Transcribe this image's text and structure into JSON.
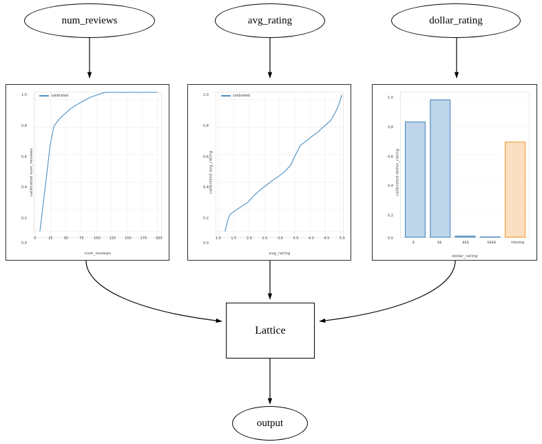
{
  "graph": {
    "input_nodes": [
      {
        "id": "num_reviews",
        "label": "num_reviews"
      },
      {
        "id": "avg_rating",
        "label": "avg_rating"
      },
      {
        "id": "dollar_rating",
        "label": "dollar_rating"
      }
    ],
    "lattice_label": "Lattice",
    "output_label": "output"
  },
  "colors": {
    "line": "#4a90c4",
    "bar_blue_fill": "#bed5ea",
    "bar_blue_edge": "#3b7fb8",
    "bar_orange_fill": "#fbdfc1",
    "bar_orange_edge": "#f5901e",
    "grid": "#f0f0f0",
    "axis_text": "#3c3c3c",
    "node_stroke": "#000000"
  },
  "chart_data": [
    {
      "id": "num_reviews_calibrator",
      "type": "line",
      "title": "",
      "xlabel": "num_reviews",
      "ylabel": "calibrated num_reviews",
      "legend": [
        "calibrated"
      ],
      "legend_position": "top-left",
      "grid": true,
      "xlim": [
        0,
        210
      ],
      "ylim": [
        -0.04,
        1.04
      ],
      "xticks": [
        0,
        25,
        50,
        75,
        100,
        125,
        150,
        175,
        200
      ],
      "xticklabels": [
        "0",
        "25",
        "50",
        "75",
        "100",
        "125",
        "150",
        "175",
        "200"
      ],
      "yticks": [
        0.0,
        0.2,
        0.4,
        0.6,
        0.8,
        1.0
      ],
      "yticklabels": [
        "0.0",
        "0.2",
        "0.4",
        "0.6",
        "0.8",
        "1.0"
      ],
      "series": [
        {
          "name": "calibrated",
          "x": [
            7,
            12,
            18,
            24,
            30,
            38,
            46,
            56,
            66,
            78,
            90,
            100,
            112,
            118,
            130,
            150,
            170,
            190,
            200
          ],
          "y": [
            0.0,
            0.18,
            0.4,
            0.62,
            0.755,
            0.8,
            0.835,
            0.875,
            0.905,
            0.935,
            0.962,
            0.978,
            0.995,
            1.0,
            1.0,
            1.0,
            1.0,
            1.0,
            1.0
          ]
        }
      ]
    },
    {
      "id": "avg_rating_calibrator",
      "type": "line",
      "title": "",
      "xlabel": "avg_rating",
      "ylabel": "calibrated avg_rating",
      "legend": [
        "calibrated"
      ],
      "legend_position": "top-left",
      "grid": true,
      "xlim": [
        0.95,
        5.05
      ],
      "ylim": [
        -0.04,
        1.04
      ],
      "xticks": [
        1.0,
        1.5,
        2.0,
        2.5,
        3.0,
        3.5,
        4.0,
        4.5,
        5.0
      ],
      "xticklabels": [
        "1.0",
        "1.5",
        "2.0",
        "2.5",
        "3.0",
        "3.5",
        "4.0",
        "4.5",
        "5.0"
      ],
      "yticks": [
        0.0,
        0.2,
        0.4,
        0.6,
        0.8,
        1.0
      ],
      "yticklabels": [
        "0.0",
        "0.2",
        "0.4",
        "0.6",
        "0.8",
        "1.0"
      ],
      "series": [
        {
          "name": "calibrated",
          "x": [
            1.15,
            1.25,
            1.32,
            1.5,
            1.7,
            1.9,
            2.1,
            2.3,
            2.5,
            2.7,
            2.9,
            3.1,
            3.3,
            3.45,
            3.6,
            3.8,
            4.0,
            4.2,
            4.4,
            4.6,
            4.75,
            4.85,
            4.92,
            4.95
          ],
          "y": [
            0.0,
            0.09,
            0.125,
            0.155,
            0.185,
            0.215,
            0.265,
            0.305,
            0.34,
            0.375,
            0.405,
            0.44,
            0.49,
            0.565,
            0.63,
            0.665,
            0.7,
            0.735,
            0.775,
            0.815,
            0.875,
            0.925,
            0.975,
            1.0
          ]
        }
      ]
    },
    {
      "id": "dollar_rating_calibrator",
      "type": "bar",
      "title": "",
      "xlabel": "dollar_rating",
      "ylabel": "calibrated dollar_rating",
      "grid": true,
      "ylim": [
        0.0,
        1.05
      ],
      "yticks": [
        0.0,
        0.2,
        0.4,
        0.6,
        0.8,
        1.0
      ],
      "yticklabels": [
        "0.0",
        "0.2",
        "0.4",
        "0.6",
        "0.8",
        "1.0"
      ],
      "categories": [
        "$",
        "$$",
        "$$$",
        "$$$$",
        "missing"
      ],
      "values": [
        0.835,
        0.995,
        0.008,
        0.0,
        0.69
      ],
      "bar_colors": [
        "blue",
        "blue",
        "blue",
        "blue",
        "orange"
      ]
    }
  ]
}
